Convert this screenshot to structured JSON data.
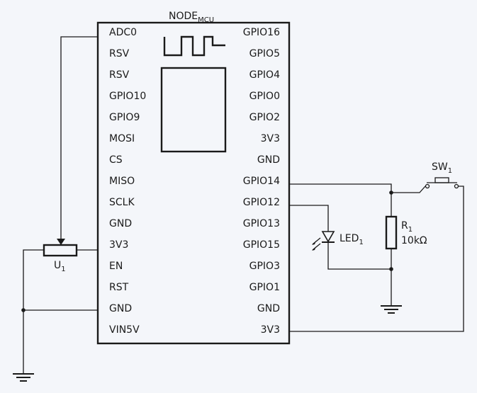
{
  "module": {
    "name": "NODE",
    "name_sub": "MCU",
    "left_pins": [
      "ADC0",
      "RSV",
      "RSV",
      "GPIO10",
      "GPIO9",
      "MOSI",
      "CS",
      "MISO",
      "SCLK",
      "GND",
      "3V3",
      "EN",
      "RST",
      "GND",
      "VIN5V"
    ],
    "right_pins": [
      "GPIO16",
      "GPIO5",
      "GPIO4",
      "GPIO0",
      "GPIO2",
      "3V3",
      "GND",
      "GPIO14",
      "GPIO12",
      "GPIO13",
      "GPIO15",
      "GPIO3",
      "GPIO1",
      "GND",
      "3V3"
    ]
  },
  "components": {
    "pot": {
      "letter": "U",
      "index": "1"
    },
    "led": {
      "letter": "LED",
      "index": "1"
    },
    "resistor": {
      "letter": "R",
      "index": "1",
      "value": "10kΩ"
    },
    "switch": {
      "letter": "SW",
      "index": "1"
    }
  }
}
